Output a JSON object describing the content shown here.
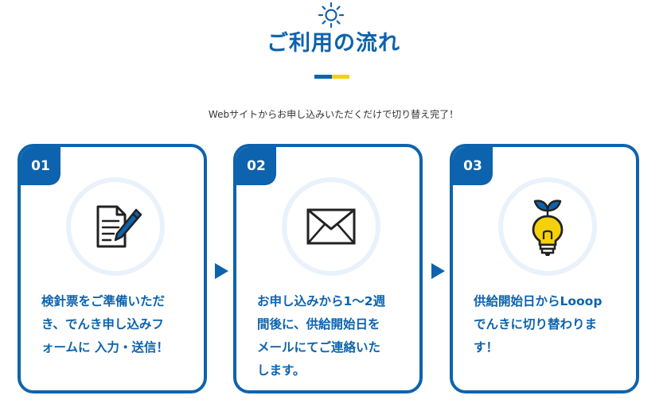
{
  "section": {
    "title": "ご利用の流れ",
    "subtitle": "Webサイトからお申し込みいただくだけで切り替え完了！",
    "icon": "sun-icon"
  },
  "colors": {
    "primary": "#0d63ad",
    "accent_yellow": "#f5d10c",
    "circle_bg": "#e9f2fb"
  },
  "steps": [
    {
      "number": "01",
      "icon": "document-pen-icon",
      "text": "検針票をご準備いただ\nき、でんき申し込みフ\nォームに 入力・送信！"
    },
    {
      "number": "02",
      "icon": "envelope-icon",
      "text": "お申し込みから1〜2週\n間後に、供給開始日を\nメールにてご連絡いた\nします。"
    },
    {
      "number": "03",
      "icon": "lightbulb-sprout-icon",
      "text": "供給開始日からLooop\nでんきに切り替わりま\nす！"
    }
  ]
}
